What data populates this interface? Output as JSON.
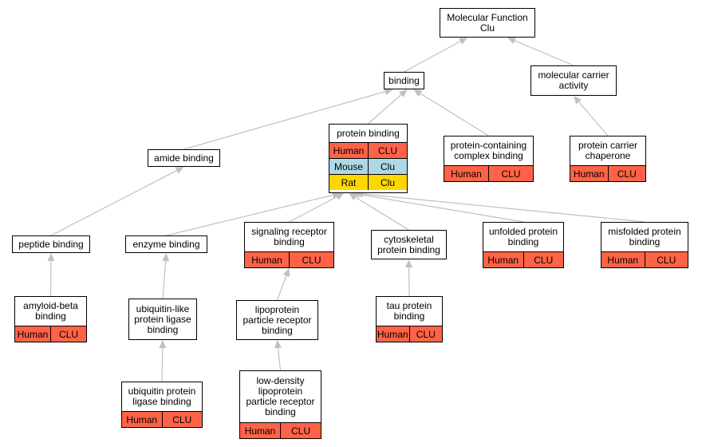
{
  "nodes": [
    {
      "id": "mf",
      "title": "Molecular Function\nClu",
      "rows": []
    },
    {
      "id": "binding",
      "title": "binding",
      "rows": []
    },
    {
      "id": "mca",
      "title": "molecular carrier\nactivity",
      "rows": []
    },
    {
      "id": "pb",
      "title": "protein binding",
      "rows": [
        {
          "species": "Human",
          "gene": "CLU",
          "cls": "human"
        },
        {
          "species": "Mouse",
          "gene": "Clu",
          "cls": "mouse"
        },
        {
          "species": "Rat",
          "gene": "Clu",
          "cls": "rat"
        }
      ]
    },
    {
      "id": "pccb",
      "title": "protein-containing\ncomplex binding",
      "rows": [
        {
          "species": "Human",
          "gene": "CLU",
          "cls": "human"
        }
      ]
    },
    {
      "id": "pcc",
      "title": "protein carrier\nchaperone",
      "rows": [
        {
          "species": "Human",
          "gene": "CLU",
          "cls": "human"
        }
      ]
    },
    {
      "id": "ab",
      "title": "amide binding",
      "rows": []
    },
    {
      "id": "pepb",
      "title": "peptide binding",
      "rows": []
    },
    {
      "id": "eb",
      "title": "enzyme binding",
      "rows": []
    },
    {
      "id": "srb",
      "title": "signaling receptor\nbinding",
      "rows": [
        {
          "species": "Human",
          "gene": "CLU",
          "cls": "human"
        }
      ]
    },
    {
      "id": "cpb",
      "title": "cytoskeletal\nprotein binding",
      "rows": []
    },
    {
      "id": "upb",
      "title": "unfolded protein\nbinding",
      "rows": [
        {
          "species": "Human",
          "gene": "CLU",
          "cls": "human"
        }
      ]
    },
    {
      "id": "mpb",
      "title": "misfolded protein\nbinding",
      "rows": [
        {
          "species": "Human",
          "gene": "CLU",
          "cls": "human"
        }
      ]
    },
    {
      "id": "abb",
      "title": "amyloid-beta\nbinding",
      "rows": [
        {
          "species": "Human",
          "gene": "CLU",
          "cls": "human"
        }
      ]
    },
    {
      "id": "ulplb",
      "title": "ubiquitin-like\nprotein ligase\nbinding",
      "rows": []
    },
    {
      "id": "lprb",
      "title": "lipoprotein\nparticle receptor\nbinding",
      "rows": []
    },
    {
      "id": "taub",
      "title": "tau protein\nbinding",
      "rows": [
        {
          "species": "Human",
          "gene": "CLU",
          "cls": "human"
        }
      ]
    },
    {
      "id": "uplb",
      "title": "ubiquitin protein\nligase binding",
      "rows": [
        {
          "species": "Human",
          "gene": "CLU",
          "cls": "human"
        }
      ]
    },
    {
      "id": "ldlprb",
      "title": "low-density\nlipoprotein\nparticle receptor\nbinding",
      "rows": [
        {
          "species": "Human",
          "gene": "CLU",
          "cls": "human"
        }
      ]
    }
  ],
  "edges": [
    [
      "binding",
      "mf"
    ],
    [
      "mca",
      "mf"
    ],
    [
      "pb",
      "binding"
    ],
    [
      "pccb",
      "binding"
    ],
    [
      "ab",
      "binding"
    ],
    [
      "pcc",
      "mca"
    ],
    [
      "pepb",
      "ab"
    ],
    [
      "eb",
      "pb"
    ],
    [
      "srb",
      "pb"
    ],
    [
      "cpb",
      "pb"
    ],
    [
      "upb",
      "pb"
    ],
    [
      "mpb",
      "pb"
    ],
    [
      "abb",
      "pepb"
    ],
    [
      "ulplb",
      "eb"
    ],
    [
      "lprb",
      "srb"
    ],
    [
      "taub",
      "cpb"
    ],
    [
      "uplb",
      "ulplb"
    ],
    [
      "ldlprb",
      "lprb"
    ]
  ],
  "colors": {
    "human": "#ff6347",
    "mouse": "#add8e6",
    "rat": "#ffd700",
    "edge": "#c0c0c0"
  }
}
